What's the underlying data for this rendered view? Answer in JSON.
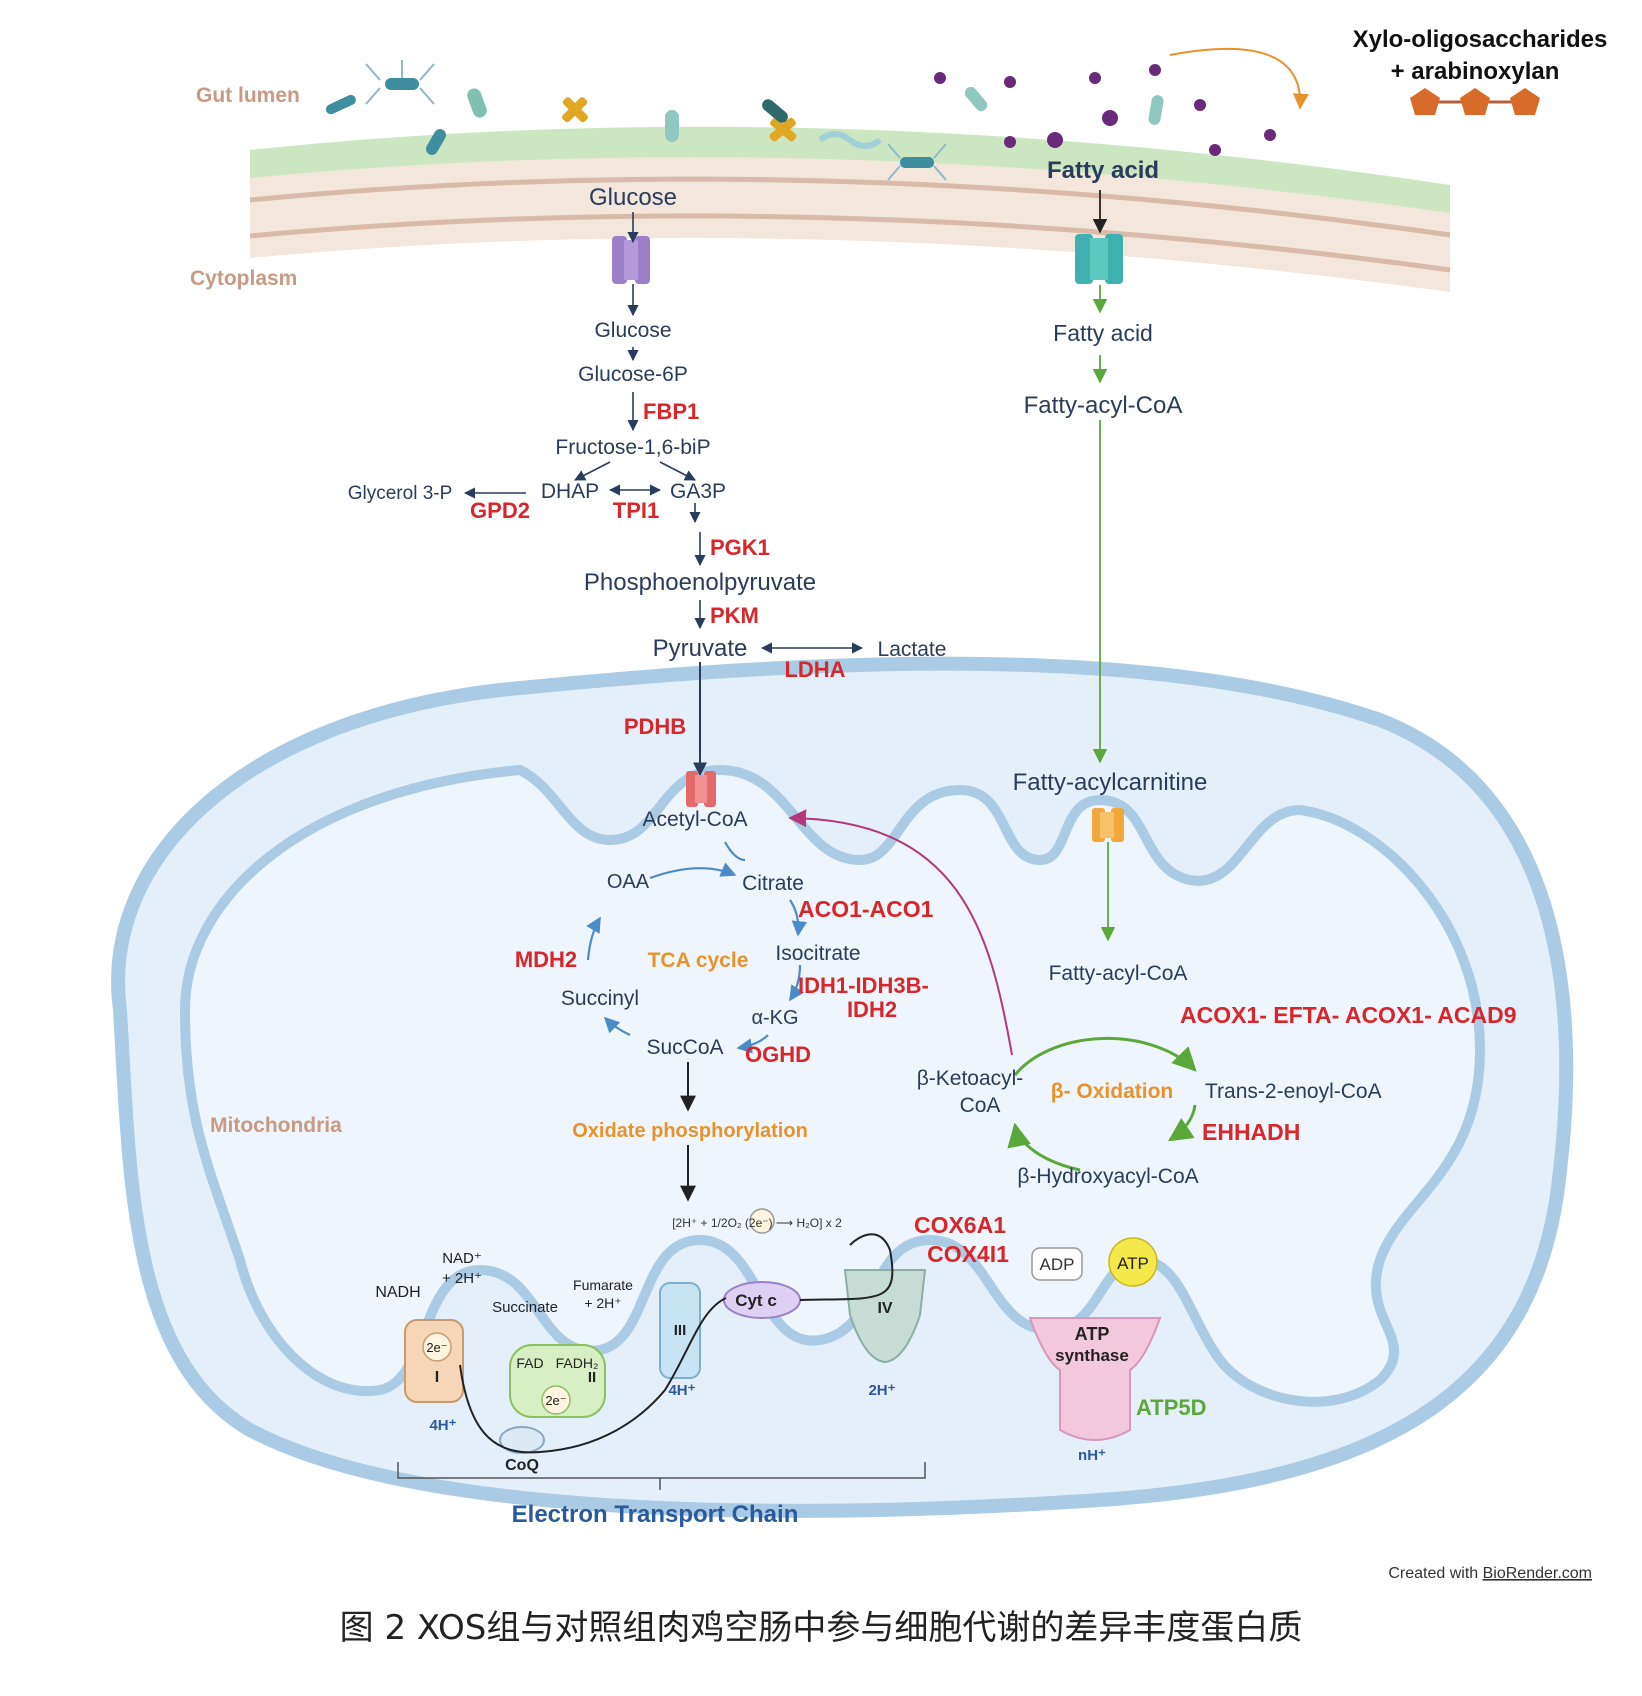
{
  "regions": {
    "gut_lumen": "Gut lumen",
    "cytoplasm": "Cytoplasm",
    "mitochondria": "Mitochondria"
  },
  "xos": {
    "line1": "Xylo-oligosaccharides",
    "line2": "+ arabinoxylan"
  },
  "glycolysis": {
    "glucose_outer": "Glucose",
    "glucose": "Glucose",
    "g6p": "Glucose-6P",
    "fbp1": "FBP1",
    "f16bp": "Fructose-1,6-biP",
    "glycerol3p": "Glycerol 3-P",
    "dhap": "DHAP",
    "ga3p": "GA3P",
    "gpd2": "GPD2",
    "tpi1": "TPI1",
    "pgk1": "PGK1",
    "pep": "Phosphoenolpyruvate",
    "pkm": "PKM",
    "pyruvate": "Pyruvate",
    "lactate": "Lactate",
    "ldha": "LDHA",
    "pdhb": "PDHB"
  },
  "fatty": {
    "fa_outer": "Fatty acid",
    "fa": "Fatty acid",
    "facoa": "Fatty-acyl-CoA",
    "facarnitine": "Fatty-acylcarnitine",
    "facoa_mito": "Fatty-acyl-CoA",
    "enzymes": "ACOX1- EFTA- ACOX1- ACAD9",
    "trans": "Trans-2-enoyl-CoA",
    "ehhadh": "EHHADH",
    "hydroxy": "β-Hydroxyacyl-CoA",
    "keto1": "β-Ketoacyl-",
    "keto2": "CoA",
    "beta_ox": "β- Oxidation"
  },
  "tca": {
    "acetylcoa": "Acetyl-CoA",
    "oaa": "OAA",
    "citrate": "Citrate",
    "aco": "ACO1-ACO1",
    "isocitrate": "Isocitrate",
    "idh1": "IDH1-IDH3B-",
    "idh2": "IDH2",
    "akg": "α-KG",
    "succoa": "SucCoA",
    "oghd": "OGHD",
    "succinyl": "Succinyl",
    "mdh2": "MDH2",
    "cycle": "TCA cycle",
    "oxphos": "Oxidate phosphorylation"
  },
  "etc": {
    "nadh": "NADH",
    "nad1": "NAD⁺",
    "nad2": "+ 2H⁺",
    "succinate": "Succinate",
    "fumarate1": "Fumarate",
    "fumarate2": "+ 2H⁺",
    "twoe": "2e⁻",
    "c1": "I",
    "c2": "II",
    "c3": "III",
    "c4": "IV",
    "fad": "FAD",
    "fadh": "FADH₂",
    "coq": "CoQ",
    "cytc": "Cyt c",
    "h4a": "4H⁺",
    "h4b": "4H⁺",
    "h2": "2H⁺",
    "reaction": "[2H⁺ + 1/2O₂ (2e⁻) ⟶ H₂O] x 2",
    "cox6a1": "COX6A1",
    "cox4i1": "COX4I1",
    "adp": "ADP",
    "atp": "ATP",
    "atps1": "ATP",
    "atps2": "synthase",
    "atp5d": "ATP5D",
    "nh": "nH⁺",
    "chain": "Electron Transport Chain"
  },
  "credit_prefix": "Created with ",
  "credit_link": "BioRender.com",
  "caption": "图 2 XOS组与对照组肉鸡空肠中参与细胞代谢的差异丰度蛋白质",
  "colors": {
    "enzyme": "#d8262a",
    "pathway": "#2a3c5c",
    "orange": "#e8922c",
    "green": "#5aa83a",
    "region": "#c89a84",
    "membrane_fill": "#e4effa",
    "membrane_stroke": "#a9cbe6"
  }
}
